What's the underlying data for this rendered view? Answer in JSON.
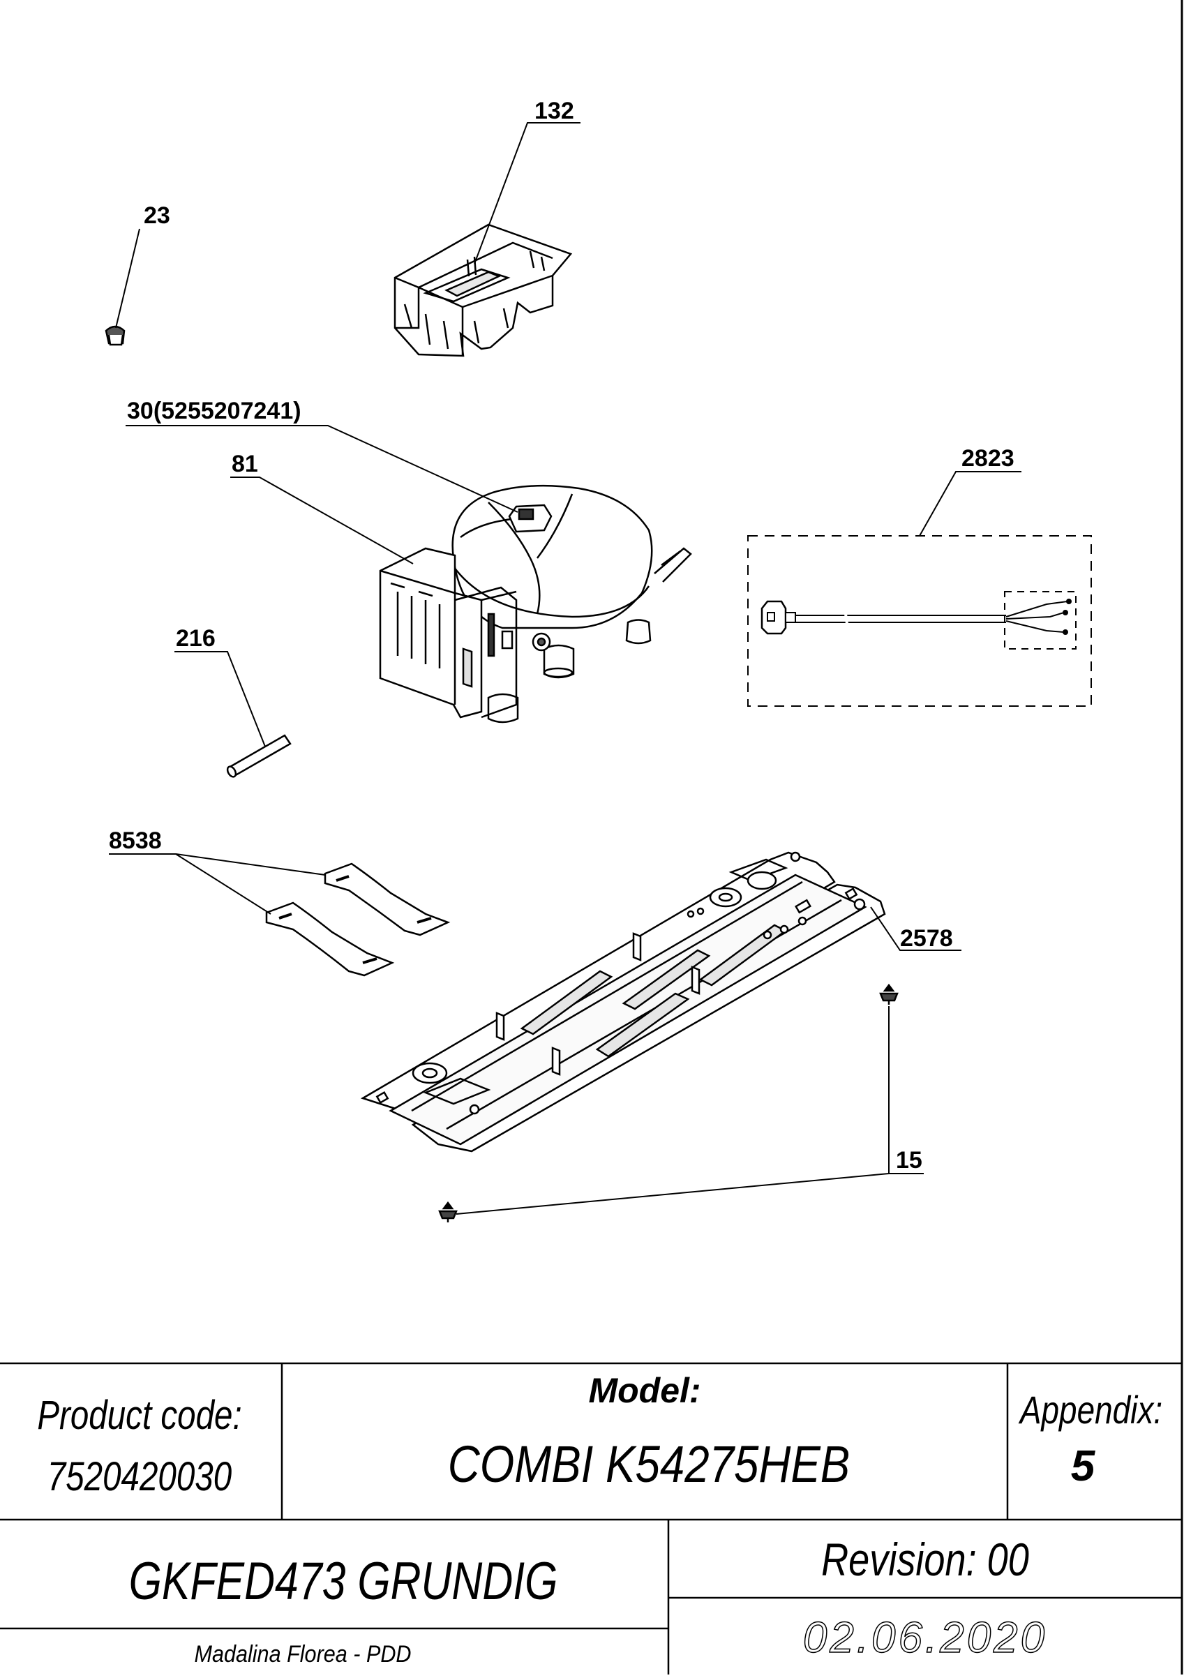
{
  "callouts": {
    "c132": "132",
    "c23": "23",
    "c30": "30(5255207241)",
    "c81": "81",
    "c2823": "2823",
    "c216": "216",
    "c8538": "8538",
    "c2578": "2578",
    "c15": "15"
  },
  "title_block": {
    "product_code_label": "Product code:",
    "product_code_value": "7520420030",
    "model_label": "Model:",
    "model_value": "COMBI K54275HEB",
    "appendix_label": "Appendix:",
    "appendix_value": "5",
    "product_name": "GKFED473 GRUNDIG",
    "revision": "Revision: 00",
    "author": "Madalina Florea - PDD",
    "date": "02.06.2020"
  }
}
